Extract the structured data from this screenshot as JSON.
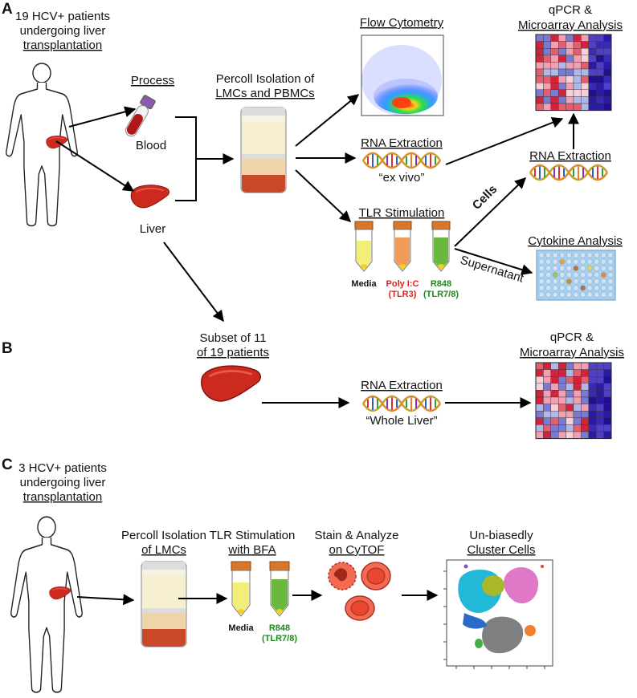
{
  "panels": {
    "a": "A",
    "b": "B",
    "c": "C"
  },
  "panel_a": {
    "patients_line1": "19 HCV+ patients",
    "patients_line2": "undergoing liver",
    "patients_line3": "transplantation",
    "process": "Process",
    "blood": "Blood",
    "liver": "Liver",
    "percoll_line1": "Percoll Isolation of",
    "percoll_line2": "LMCs and PBMCs",
    "flow": "Flow Cytometry",
    "rna_extraction_1": "RNA Extraction",
    "ex_vivo": "“ex vivo”",
    "tlr_stim": "TLR Stimulation",
    "tube_media": "Media",
    "tube_poly_1": "Poly I:C",
    "tube_poly_2": "(TLR3)",
    "tube_r848_1": "R848",
    "tube_r848_2": "(TLR7/8)",
    "qpcr_line1": "qPCR &",
    "qpcr_line2": "Microarray Analysis",
    "rna_extraction_2": "RNA Extraction",
    "cells": "Cells",
    "supernatant": "Supernatant",
    "cytokine": "Cytokine Analysis"
  },
  "panel_b": {
    "subset_line1": "Subset of 11",
    "subset_line2": "of 19 patients",
    "rna_extraction": "RNA Extraction",
    "whole_liver": "“Whole Liver”",
    "qpcr_line1": "qPCR &",
    "qpcr_line2": "Microarray Analysis"
  },
  "panel_c": {
    "patients_line1": "3 HCV+ patients",
    "patients_line2": "undergoing liver",
    "patients_line3": "transplantation",
    "percoll_line1": "Percoll Isolation",
    "percoll_line2": "of LMCs",
    "tlr_line1": "TLR Stimulation",
    "tlr_line2": "with BFA",
    "stain_line1": "Stain & Analyze",
    "stain_line2": "on CyTOF",
    "cluster_line1": "Un-biasedly",
    "cluster_line2": "Cluster Cells",
    "tube_media": "Media",
    "tube_r848_1": "R848",
    "tube_r848_2": "(TLR7/8)"
  },
  "colors": {
    "liver": "#cc2a1e",
    "poly_text": "#e02020",
    "r848_text": "#1a8a1a",
    "arrow": "#000000",
    "heatmap_red": "#d0243c",
    "heatmap_blue": "#2a1aa8"
  }
}
